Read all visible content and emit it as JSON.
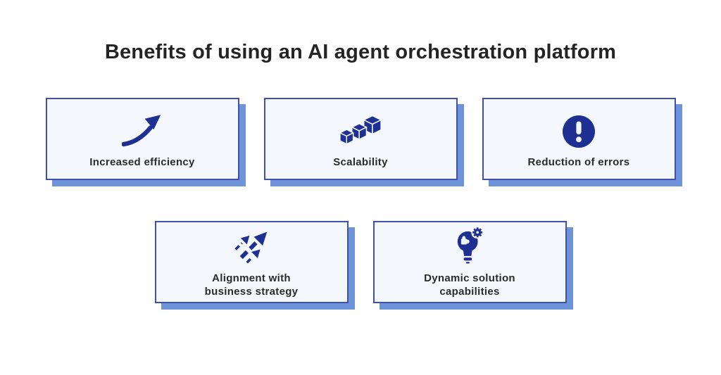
{
  "title": "Benefits of using an AI agent orchestration platform",
  "theme": {
    "page_bg": "#ffffff",
    "card_bg": "#f4f7fc",
    "card_border": "#4050ae",
    "card_shadow": "#6e93d9",
    "icon_color": "#1e3092",
    "title_color": "#242424",
    "label_color": "#2b2b2b"
  },
  "cards": [
    {
      "id": "increased-efficiency",
      "icon": "trend-up-arrow-icon",
      "lines": [
        "Increased efficiency"
      ]
    },
    {
      "id": "scalability",
      "icon": "cubes-icon",
      "lines": [
        "Scalability"
      ]
    },
    {
      "id": "reduction-of-errors",
      "icon": "exclamation-circle-icon",
      "lines": [
        "Reduction of errors"
      ]
    },
    {
      "id": "alignment-strategy",
      "icon": "ascending-arrows-icon",
      "lines": [
        "Alignment with",
        "business strategy"
      ]
    },
    {
      "id": "dynamic-solution",
      "icon": "lightbulb-gear-icon",
      "lines": [
        "Dynamic solution",
        "capabilities"
      ]
    }
  ]
}
